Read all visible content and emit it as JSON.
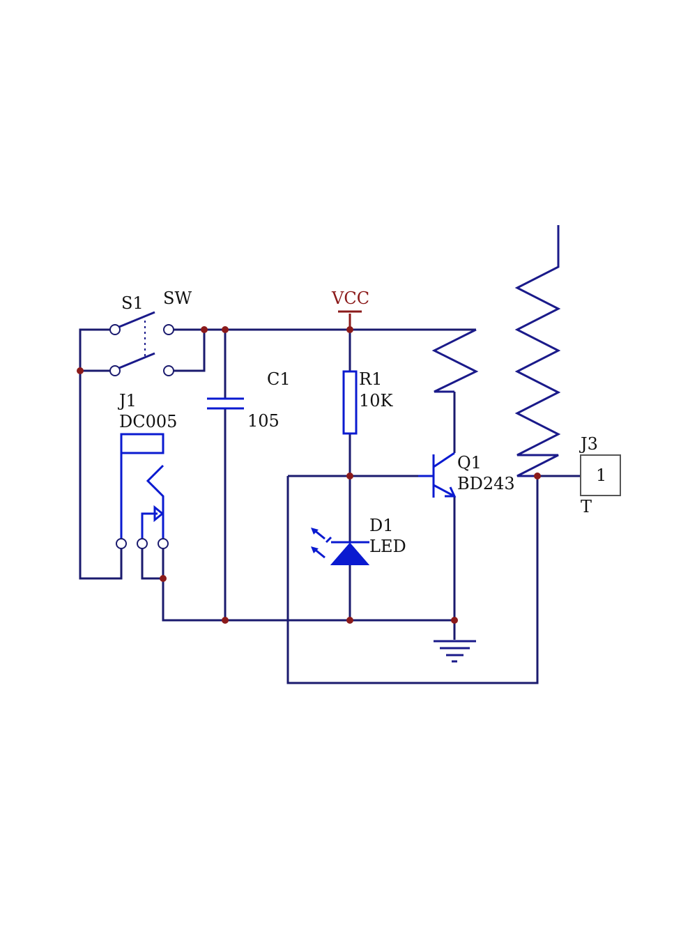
{
  "labels": {
    "s1_ref": "S1",
    "s1_val": "SW",
    "vcc": "VCC",
    "c1_ref": "C1",
    "c1_val": "105",
    "r1_ref": "R1",
    "r1_val": "10K",
    "j1_ref": "J1",
    "j1_val": "DC005",
    "q1_ref": "Q1",
    "q1_val": "BD243",
    "d1_ref": "D1",
    "d1_val": "LED",
    "j3_ref": "J3",
    "j3_pin": "1",
    "j3_val": "T"
  },
  "colors": {
    "wire": "#1a1a6e",
    "component": "#1a1a8a",
    "active": "#0a1ad0",
    "power": "#8b1a1a"
  }
}
